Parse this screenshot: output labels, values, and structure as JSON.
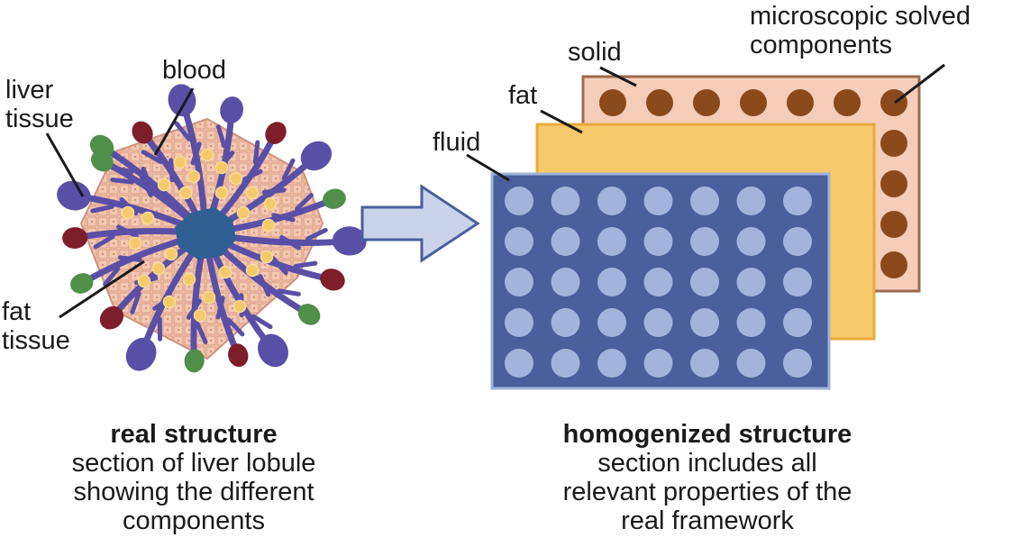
{
  "left_diagram": {
    "labels": {
      "liver_tissue_line1": "liver",
      "liver_tissue_line2": "tissue",
      "blood": "blood",
      "fat_tissue_line1": "fat",
      "fat_tissue_line2": "tissue"
    },
    "caption": {
      "title": "real structure",
      "line1": "section of liver lobule",
      "line2": "showing the different",
      "line3": "components"
    }
  },
  "right_diagram": {
    "labels": {
      "fluid": "fluid",
      "fat": "fat",
      "solid": "solid",
      "microscopic_line1": "microscopic solved",
      "microscopic_line2": "components"
    },
    "caption": {
      "title": "homogenized structure",
      "line1": "section includes all",
      "line2": "relevant properties of the",
      "line3": "real framework"
    }
  },
  "colors": {
    "fluid_layer": "#4a5f9b",
    "fluid_dot": "#a3b4dc",
    "fat_layer": "#f6c96b",
    "solid_layer": "#f5cdb8",
    "solid_dot": "#8b4a1c",
    "vessel_blue": "#2f5f93",
    "vessel_purple": "#5a4fa6",
    "vessel_red": "#7e1e2a",
    "vessel_green": "#4f8f4a",
    "tissue": "#f2c6b0",
    "arrow_fill": "#c9d3ea",
    "arrow_stroke": "#4a5f9b"
  }
}
